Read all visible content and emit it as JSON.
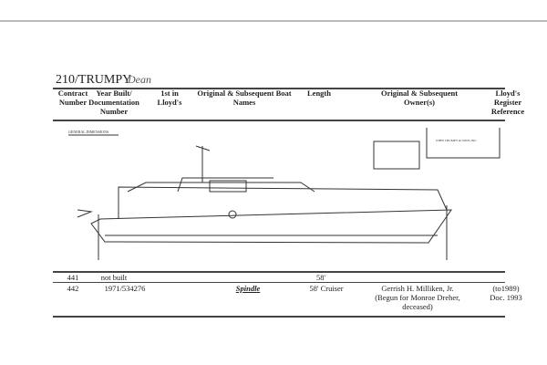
{
  "document": {
    "title": "210/TRUMPY",
    "signature": "Dean"
  },
  "headers": [
    "Contract Number",
    "Year Built/ Documentation Number",
    "1st in Lloyd's",
    "Original & Subsequent Boat Names",
    "Length",
    "Original & Subsequent Owner(s)",
    "Lloyd's Register Reference"
  ],
  "header_lines": [
    [
      "Contract",
      "Number"
    ],
    [
      "Year Built/",
      "Documentation",
      "Number"
    ],
    [
      "1st in",
      "Lloyd's"
    ],
    [
      "Original & Subsequent Boat",
      "Names"
    ],
    [
      "Length"
    ],
    [
      "Original & Subsequent",
      "Owner(s)"
    ],
    [
      "Lloyd's",
      "Register",
      "Reference"
    ]
  ],
  "drawing": {
    "label": "GENERAL DIMENSIONS",
    "builder": "JOHN TRUMPY & SONS INC."
  },
  "rows": [
    {
      "contract": "441",
      "year_doc": "not built",
      "first_lloyds": "",
      "name": "",
      "length": "58'",
      "owners": [],
      "lloyds_ref": []
    },
    {
      "contract": "442",
      "year_doc": "1971/534276",
      "first_lloyds": "",
      "name": "Spindle",
      "length": "58' Cruiser",
      "owners": [
        "Gerrish H. Milliken, Jr.",
        "(Begun for Monroe Dreher,",
        "deceased)"
      ],
      "lloyds_ref": [
        "(to1989)",
        "Doc. 1993"
      ]
    }
  ]
}
